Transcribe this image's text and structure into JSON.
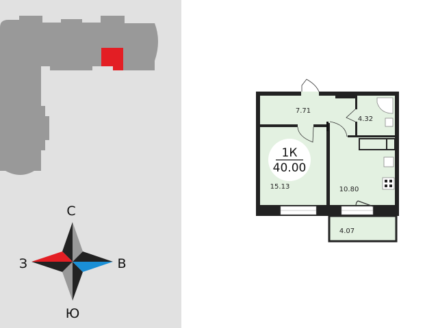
{
  "site_plan": {
    "highlight_color": "#e31e24",
    "building_color": "#999999"
  },
  "compass": {
    "north": "С",
    "south": "Ю",
    "west": "З",
    "east": "В",
    "west_color": "#e31e24",
    "east_color": "#1a8fd6"
  },
  "apartment": {
    "type": "1К",
    "total_area": "40.00",
    "rooms": {
      "hall": "7.71",
      "bathroom": "4.32",
      "living_room": "15.13",
      "kitchen": "10.80",
      "balcony": "4.07"
    }
  }
}
